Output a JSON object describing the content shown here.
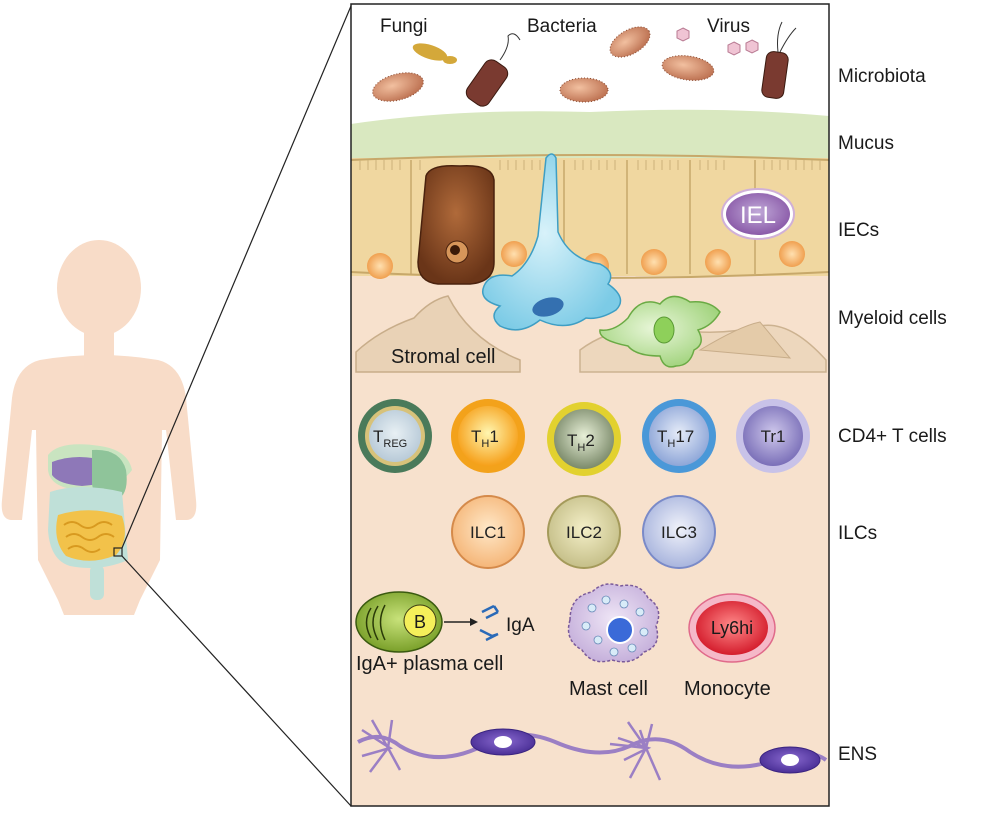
{
  "microbiota_labels": {
    "fungi": "Fungi",
    "bacteria": "Bacteria",
    "virus": "Virus"
  },
  "layers": {
    "microbiota": "Microbiota",
    "mucus": "Mucus",
    "iecs": "IECs",
    "myeloid": "Myeloid cells",
    "cd4": "CD4+ T cells",
    "ilcs": "ILCs",
    "ens": "ENS"
  },
  "iel": "IEL",
  "stromal": "Stromal cell",
  "tcells": {
    "treg_main": "T",
    "treg_sub": "REG",
    "th1_main": "T",
    "th1_sub": "H",
    "th1_tail": "1",
    "th2_main": "T",
    "th2_sub": "H",
    "th2_tail": "2",
    "th17_main": "T",
    "th17_sub": "H",
    "th17_tail": "17",
    "tr1": "Tr1"
  },
  "ilcs": [
    "ILC1",
    "ILC2",
    "ILC3"
  ],
  "bottom": {
    "b_letter": "B",
    "iga": "IgA",
    "plasma": "IgA+ plasma cell",
    "mast": "Mast cell",
    "ly6hi": "Ly6hi",
    "monocyte": "Monocyte"
  },
  "colors": {
    "body": "#f8dcc8",
    "panel": "#f7e1cd",
    "mucus": "#d9e8c0",
    "iec": "#f0d7a0",
    "treg": "#4a7a5a",
    "th1": "#f3a21b",
    "th2": "#e2d12f",
    "th17": "#4a98d8",
    "tr1": "#8f86c6",
    "ens": "#9b7fc4"
  }
}
